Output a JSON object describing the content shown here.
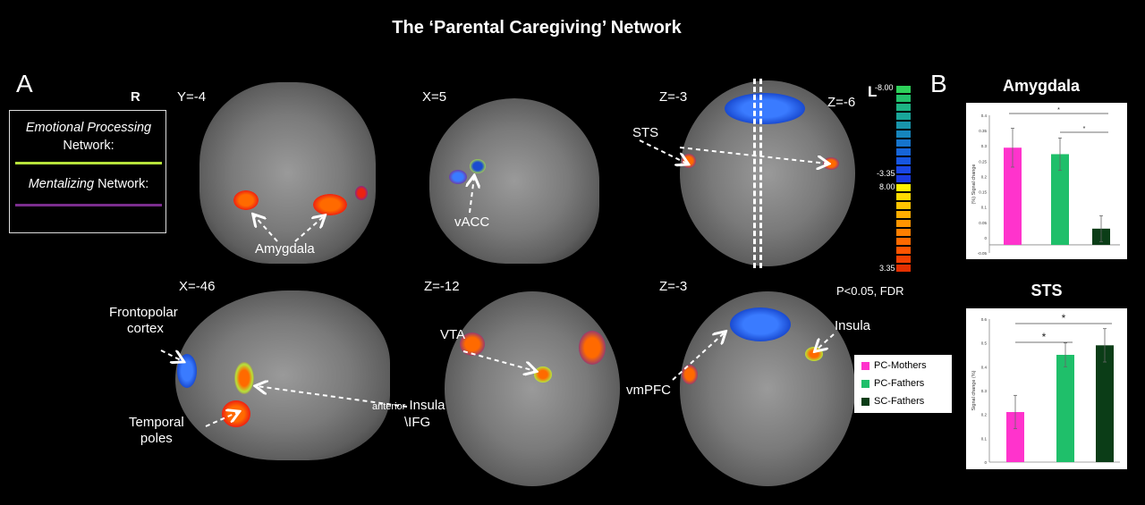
{
  "title": "The ‘Parental Caregiving’ Network",
  "panels": {
    "a": "A",
    "b": "B"
  },
  "orientation": {
    "right": "R",
    "left": "L"
  },
  "legend": {
    "emotional_italic": "Emotional Processing",
    "emotional_suffix": "Network:",
    "mentalizing_italic": "Mentalizing",
    "mentalizing_suffix": "Network:",
    "emotional_color": "#b6e33b",
    "mentalizing_color": "#7b2d8e"
  },
  "slices": {
    "coronal": "Y=-4",
    "sagittal_mid": "X=5",
    "axial_top_left": "Z=-3",
    "axial_top_right": "Z=-6",
    "sagittal_left": "X=-46",
    "axial_mid_bottom": "Z=-12",
    "axial_bottom_right": "Z=-3"
  },
  "annotations": {
    "amygdala": "Amygdala",
    "vacc": "vACC",
    "sts": "STS",
    "frontopolar_1": "Frontopolar",
    "frontopolar_2": "cortex",
    "temporal_1": "Temporal",
    "temporal_2": "poles",
    "anterior": "anterior",
    "insula_main": "Insula",
    "ifg": "\\IFG",
    "vta": "VTA",
    "vmpfc": "vmPFC",
    "insula": "Insula"
  },
  "colorbar": {
    "blue_top": "-8.00",
    "blue_bottom": "-3.35",
    "warm_top": "8.00",
    "warm_bottom": "3.35",
    "threshold": "P<0.05, FDR"
  },
  "group_legend": [
    {
      "label": "PC-Mothers",
      "color": "#ff33cc"
    },
    {
      "label": "PC-Fathers",
      "color": "#1fbf6a"
    },
    {
      "label": "SC-Fathers",
      "color": "#0b3d17"
    }
  ],
  "chart_data": [
    {
      "type": "bar",
      "title": "Amygdala",
      "ylabel": "(%) Signal change",
      "categories": [
        "PC-Mothers",
        "PC-Fathers",
        "SC-Fathers"
      ],
      "values": [
        0.3,
        0.28,
        0.05
      ],
      "errors": [
        0.06,
        0.05,
        0.04
      ],
      "ylim": [
        -0.025,
        0.4
      ],
      "yticks": [
        "0.4",
        "0.35",
        "0.3",
        "0.25",
        "0.2",
        "0.15",
        "0.1",
        "0.05",
        "0",
        "-0.05"
      ],
      "colors": [
        "#ff33cc",
        "#1fbf6a",
        "#0b3d17"
      ],
      "significance": [
        {
          "from": 0,
          "to": 2,
          "label": "*"
        },
        {
          "from": 1,
          "to": 2,
          "label": "*"
        }
      ]
    },
    {
      "type": "bar",
      "title": "STS",
      "ylabel": "Signal change (%)",
      "categories": [
        "PC-Mothers",
        "PC-Fathers",
        "SC-Fathers"
      ],
      "values": [
        0.21,
        0.45,
        0.49
      ],
      "errors": [
        0.07,
        0.05,
        0.07
      ],
      "ylim": [
        0,
        0.6
      ],
      "yticks": [
        "0.6",
        "0.5",
        "0.4",
        "0.3",
        "0.2",
        "0.1",
        "0"
      ],
      "colors": [
        "#ff33cc",
        "#1fbf6a",
        "#0b3d17"
      ],
      "significance": [
        {
          "from": 0,
          "to": 1,
          "label": "*"
        },
        {
          "from": 0,
          "to": 2,
          "label": "*"
        }
      ]
    }
  ]
}
